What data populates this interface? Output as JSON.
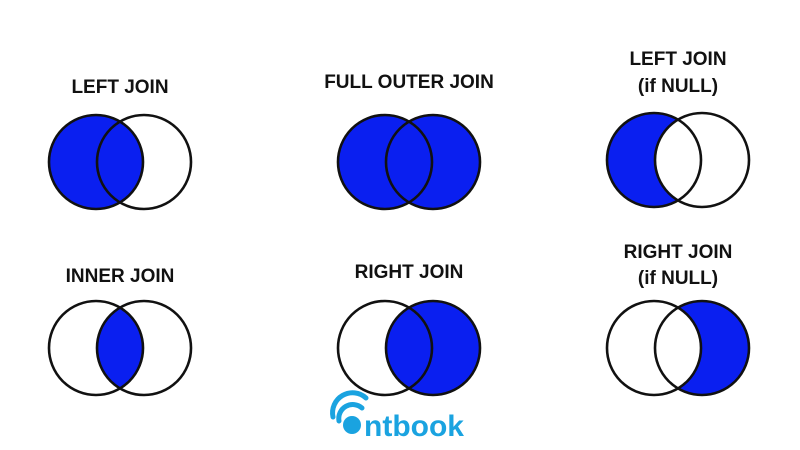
{
  "colors": {
    "fill": "#0a1ff0",
    "outline": "#111111",
    "background": "#ffffff",
    "brand": "#1aa3e0"
  },
  "diagrams": [
    {
      "id": "left-join",
      "title_lines": [
        "LEFT JOIN"
      ],
      "shade": "left"
    },
    {
      "id": "full-outer-join",
      "title_lines": [
        "FULL OUTER JOIN"
      ],
      "shade": "both"
    },
    {
      "id": "left-join-if-null",
      "title_lines": [
        "LEFT JOIN",
        "(if NULL)"
      ],
      "shade": "left-only"
    },
    {
      "id": "inner-join",
      "title_lines": [
        "INNER JOIN"
      ],
      "shade": "intersection"
    },
    {
      "id": "right-join",
      "title_lines": [
        "RIGHT JOIN"
      ],
      "shade": "right"
    },
    {
      "id": "right-join-if-null",
      "title_lines": [
        "RIGHT JOIN",
        "(if NULL)"
      ],
      "shade": "right-only"
    }
  ],
  "watermark": {
    "text": "ntbook",
    "icon": "eye-logo-icon"
  }
}
